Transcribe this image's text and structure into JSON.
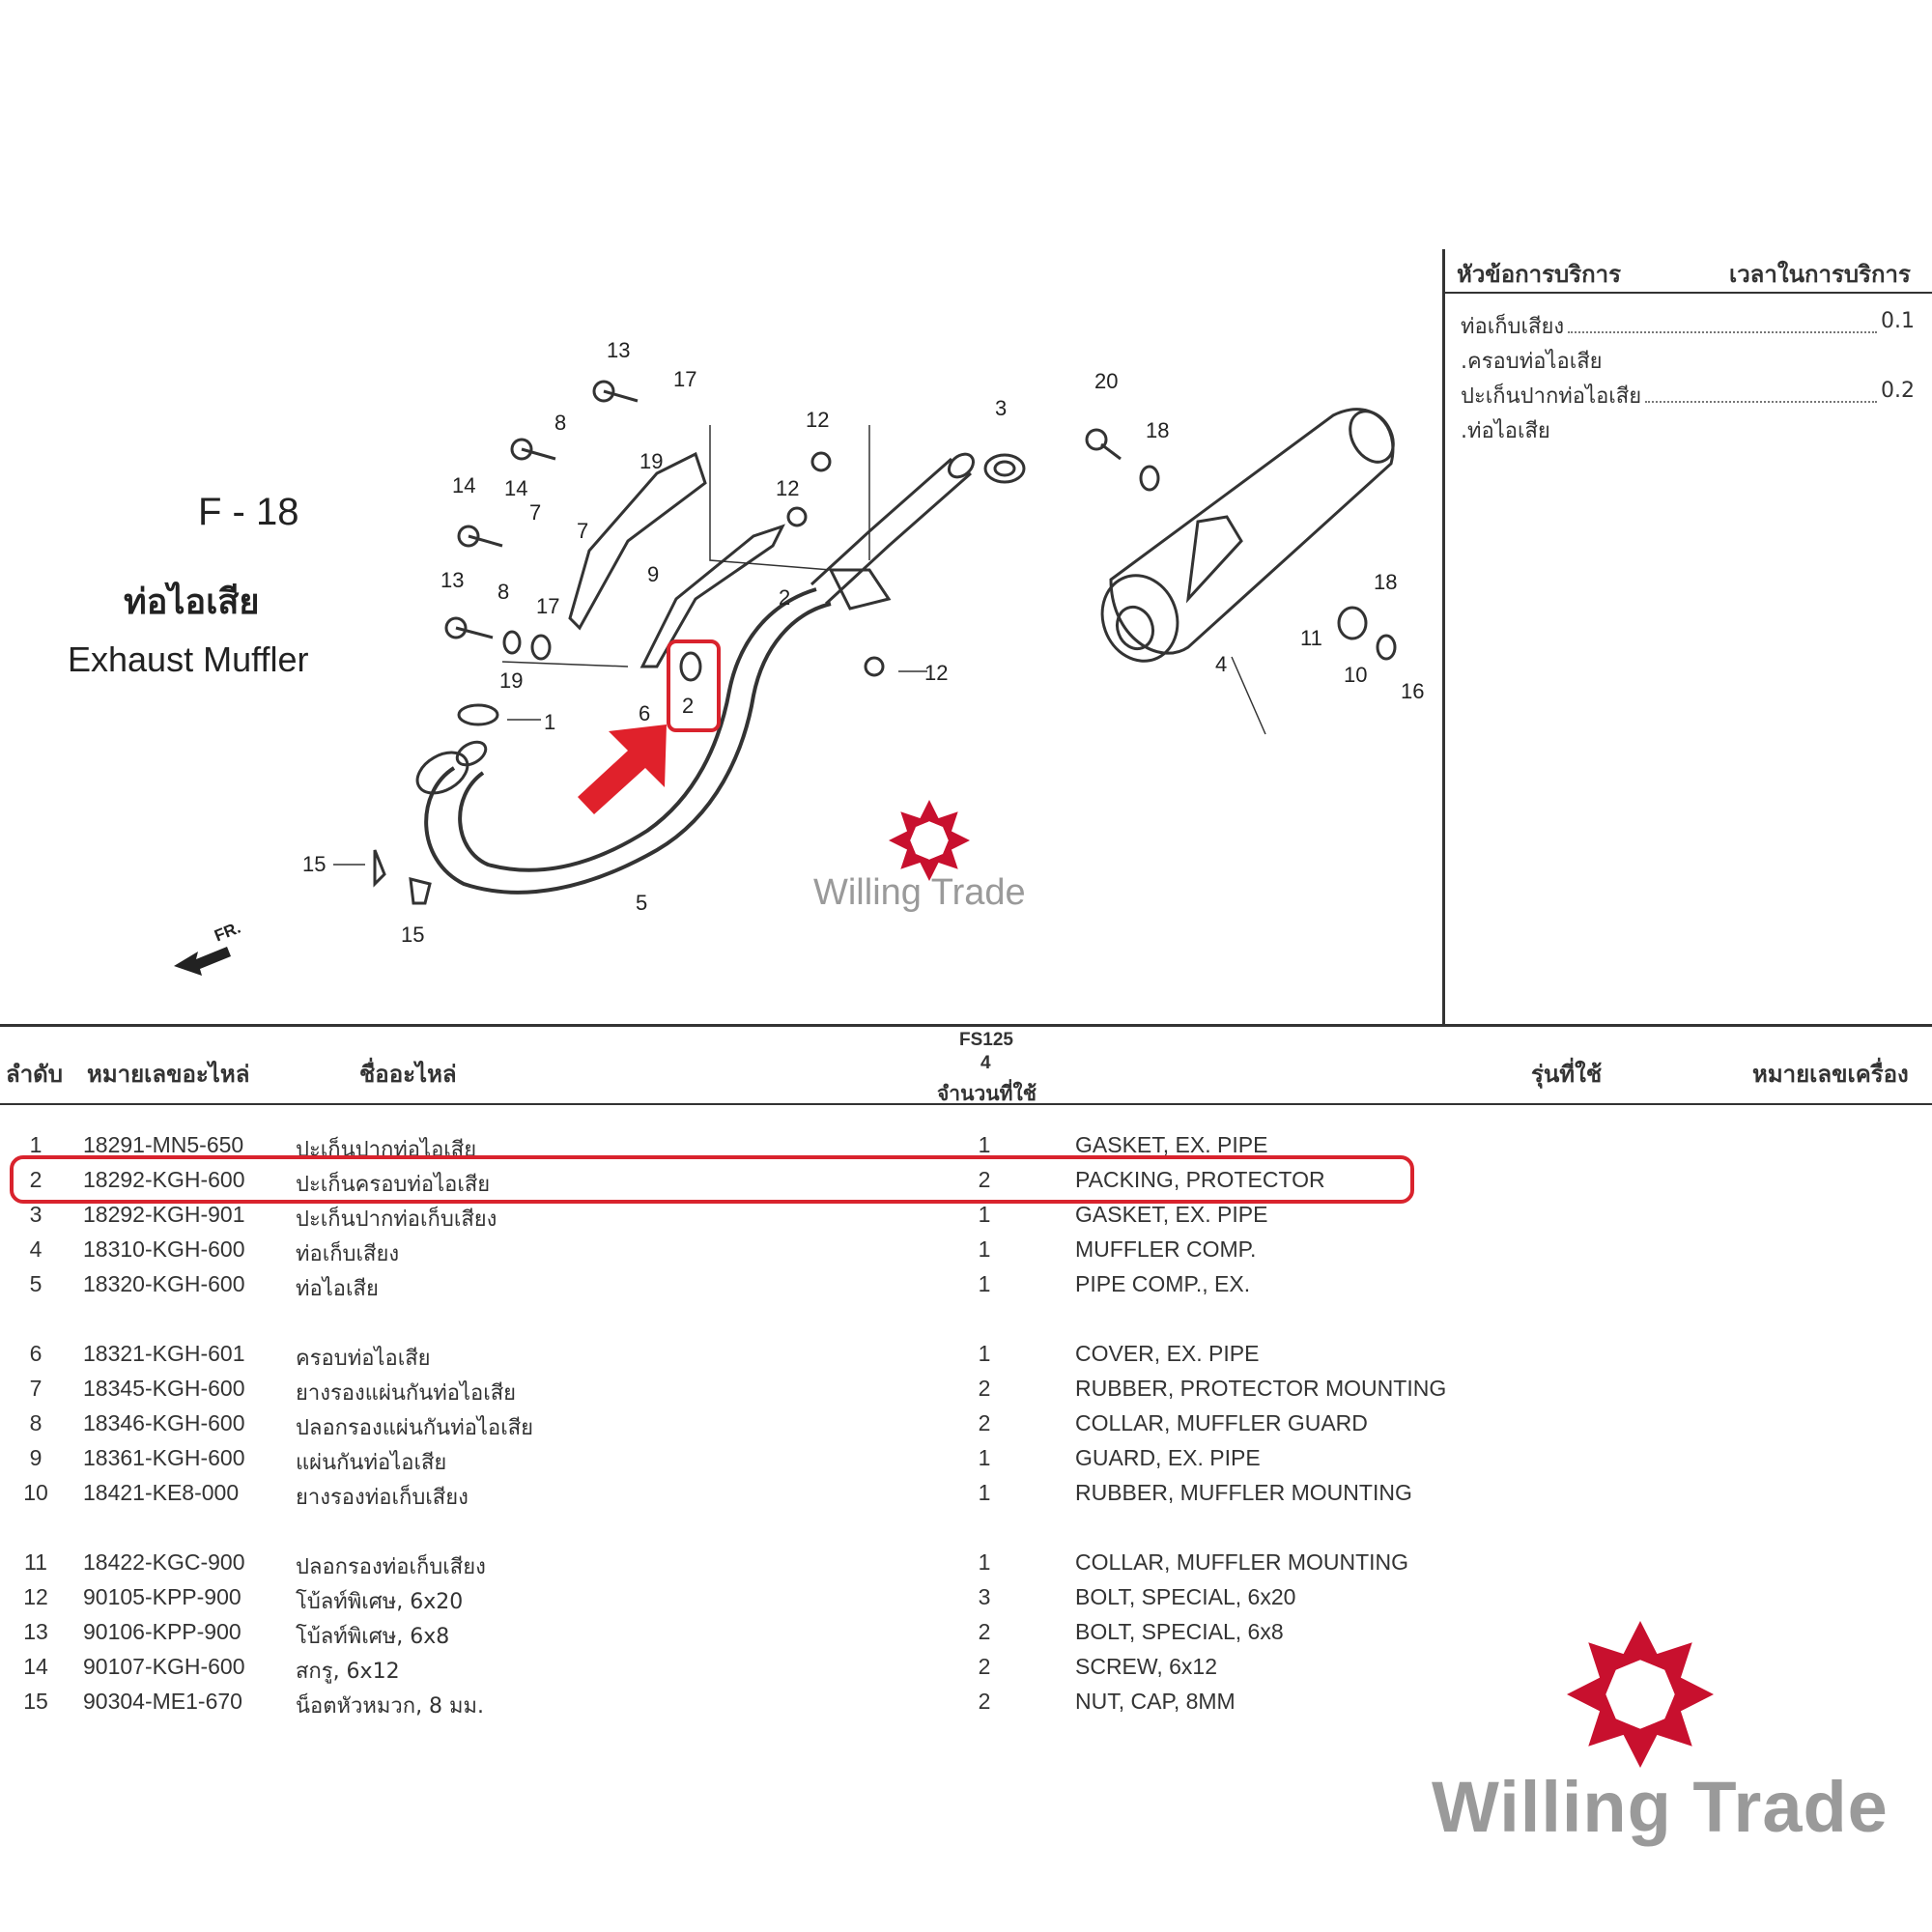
{
  "figure": {
    "code": "F - 18",
    "title_th": "ท่อไอเสีย",
    "title_en": "Exhaust Muffler",
    "callouts": [
      "13",
      "17",
      "8",
      "19",
      "14",
      "14",
      "7",
      "7",
      "9",
      "12",
      "12",
      "3",
      "20",
      "18",
      "2",
      "13",
      "8",
      "17",
      "6",
      "2",
      "12",
      "19",
      "1",
      "15",
      "15",
      "5",
      "4",
      "11",
      "10",
      "18",
      "16"
    ],
    "front_label": "FR.",
    "watermark": "Willing Trade"
  },
  "service": {
    "header_topic": "หัวข้อการบริการ",
    "header_time": "เวลาในการบริการ",
    "rows": [
      {
        "name": "ท่อเก็บเสียง",
        "time": "0.1"
      },
      {
        "sub": ".ครอบท่อไอเสีย"
      },
      {
        "name": "ปะเก็นปากท่อไอเสีย",
        "time": "0.2"
      },
      {
        "sub": ".ท่อไอเสีย"
      }
    ]
  },
  "table": {
    "headers": {
      "no": "ลำดับ",
      "part_no": "หมายเลขอะไหล่",
      "part_name": "ชื่ออะไหล่",
      "model": "FS125",
      "model_sub": "4",
      "qty": "จำนวนที่ใช้",
      "used_in": "รุ่นที่ใช้",
      "engine_no": "หมายเลขเครื่อง"
    },
    "highlighted_item": "2",
    "rows": [
      {
        "no": "1",
        "part_no": "18291-MN5-650",
        "name_th": "ปะเก็นปากท่อไอเสีย",
        "qty": "1",
        "name_en": "GASKET, EX. PIPE"
      },
      {
        "no": "2",
        "part_no": "18292-KGH-600",
        "name_th": "ปะเก็นครอบท่อไอเสีย",
        "qty": "2",
        "name_en": "PACKING, PROTECTOR"
      },
      {
        "no": "3",
        "part_no": "18292-KGH-901",
        "name_th": "ปะเก็นปากท่อเก็บเสียง",
        "qty": "1",
        "name_en": "GASKET, EX. PIPE"
      },
      {
        "no": "4",
        "part_no": "18310-KGH-600",
        "name_th": "ท่อเก็บเสียง",
        "qty": "1",
        "name_en": "MUFFLER COMP."
      },
      {
        "no": "5",
        "part_no": "18320-KGH-600",
        "name_th": "ท่อไอเสีย",
        "qty": "1",
        "name_en": "PIPE COMP., EX."
      },
      {
        "no": "6",
        "part_no": "18321-KGH-601",
        "name_th": "ครอบท่อไอเสีย",
        "qty": "1",
        "name_en": "COVER, EX. PIPE"
      },
      {
        "no": "7",
        "part_no": "18345-KGH-600",
        "name_th": "ยางรองแผ่นกันท่อไอเสีย",
        "qty": "2",
        "name_en": "RUBBER, PROTECTOR MOUNTING"
      },
      {
        "no": "8",
        "part_no": "18346-KGH-600",
        "name_th": "ปลอกรองแผ่นกันท่อไอเสีย",
        "qty": "2",
        "name_en": "COLLAR, MUFFLER GUARD"
      },
      {
        "no": "9",
        "part_no": "18361-KGH-600",
        "name_th": "แผ่นกันท่อไอเสีย",
        "qty": "1",
        "name_en": "GUARD, EX. PIPE"
      },
      {
        "no": "10",
        "part_no": "18421-KE8-000",
        "name_th": "ยางรองท่อเก็บเสียง",
        "qty": "1",
        "name_en": "RUBBER, MUFFLER MOUNTING"
      },
      {
        "no": "11",
        "part_no": "18422-KGC-900",
        "name_th": "ปลอกรองท่อเก็บเสียง",
        "qty": "1",
        "name_en": "COLLAR, MUFFLER MOUNTING"
      },
      {
        "no": "12",
        "part_no": "90105-KPP-900",
        "name_th": "โบ้ลท์พิเศษ, 6x20",
        "qty": "3",
        "name_en": "BOLT, SPECIAL, 6x20"
      },
      {
        "no": "13",
        "part_no": "90106-KPP-900",
        "name_th": "โบ้ลท์พิเศษ, 6x8",
        "qty": "2",
        "name_en": "BOLT, SPECIAL, 6x8"
      },
      {
        "no": "14",
        "part_no": "90107-KGH-600",
        "name_th": "สกรู, 6x12",
        "qty": "2",
        "name_en": "SCREW, 6x12"
      },
      {
        "no": "15",
        "part_no": "90304-ME1-670",
        "name_th": "น็อตหัวหมวก, 8 มม.",
        "qty": "2",
        "name_en": "NUT, CAP, 8MM"
      }
    ]
  },
  "brand": {
    "name": "Willing Trade",
    "color_primary": "#c8102e",
    "color_text": "#9a9a9a"
  }
}
